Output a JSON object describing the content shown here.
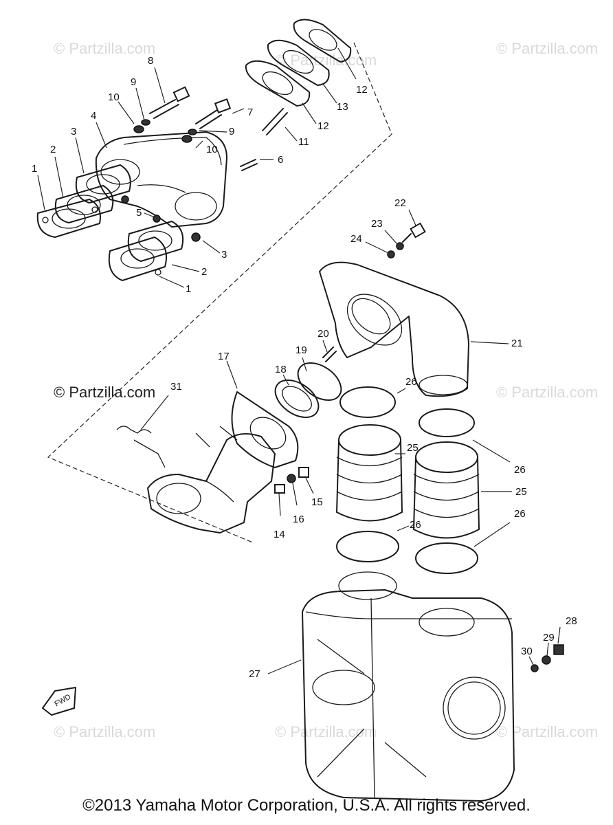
{
  "watermarks": [
    "© Partzilla.com",
    "© Partzilla.com",
    "© Partzilla.com",
    "© Partzilla.com",
    "© Partzilla.com",
    "© Partzilla.com",
    "© Partzilla.com",
    "© Partzilla.com"
  ],
  "watermark_strong": "© Partzilla.com",
  "callouts": [
    "1",
    "2",
    "3",
    "4",
    "5",
    "6",
    "7",
    "8",
    "9",
    "10",
    "11",
    "12",
    "13",
    "14",
    "15",
    "16",
    "17",
    "18",
    "19",
    "20",
    "21",
    "22",
    "23",
    "24",
    "25",
    "26",
    "27",
    "28",
    "29",
    "30",
    "31"
  ],
  "labels_extra": {
    "l1b": "1",
    "l2b": "2",
    "l3b": "3",
    "l9b": "9",
    "l10b": "10",
    "l12b": "12",
    "l25b": "25",
    "l26b": "26",
    "l26c": "26",
    "l26d": "26"
  },
  "fwd_marker": "FWD",
  "copyright": "©2013  Yamaha Motor Corporation, U.S.A. All rights reserved."
}
